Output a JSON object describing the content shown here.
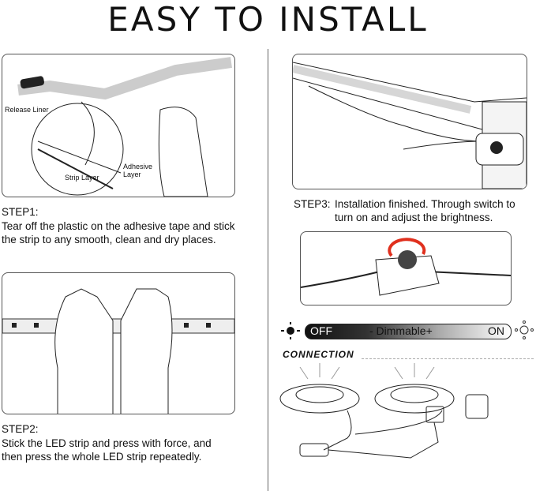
{
  "title": "EASY TO INSTALL",
  "step1": {
    "heading": "STEP1:",
    "text1": "Tear off the plastic on the adhesive tape and stick",
    "text2": "the strip to any smooth, clean and dry places.",
    "labels": {
      "release_liner": "Release Liner",
      "strip_layer": "Strip Layer",
      "adhesive": "Adhesive",
      "layer": "Layer"
    }
  },
  "step2": {
    "heading": "STEP2:",
    "text1": "Stick the LED strip and press with force, and",
    "text2": "then press the whole LED strip repeatedly."
  },
  "step3": {
    "heading": "STEP3:",
    "text1": "Installation finished. Through switch to",
    "text2": "turn on and adjust the brightness."
  },
  "dimmer": {
    "off": "OFF",
    "middle": "- Dimmable+",
    "on": "ON"
  },
  "connection": {
    "heading": "CONNECTION"
  }
}
